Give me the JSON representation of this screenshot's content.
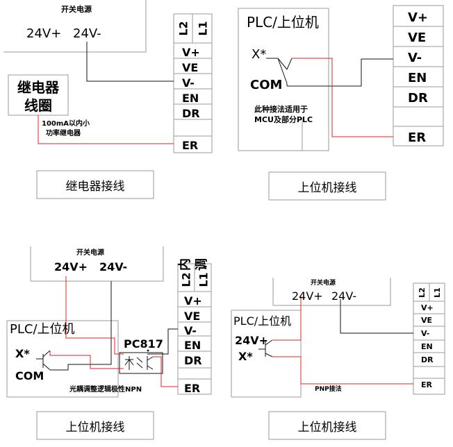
{
  "relay": {
    "power_title": "开关电源",
    "v_plus": "24V+",
    "v_minus": "24V-",
    "relay_line1": "继电器",
    "relay_line2": "线圈",
    "note_line1": "100mA以内小",
    "note_line2": "功率继电器",
    "terms": {
      "l2": "L2",
      "l1": "L1",
      "vplus": "V+",
      "ve": "VE",
      "vminus": "V-",
      "en": "EN",
      "dr": "DR",
      "er": "ER"
    },
    "caption": "继电器接线"
  },
  "plc": {
    "title": "PLC/上位机",
    "x": "X*",
    "com": "COM",
    "note_line1": "此种接法适用于",
    "note_line2": "MCU及部分PLC",
    "terms": {
      "vplus": "V+",
      "ve": "VE",
      "vminus": "V-",
      "en": "EN",
      "dr": "DR",
      "er": "ER"
    },
    "caption": "上位机接线"
  },
  "opto": {
    "power_title": "开关电源",
    "v_plus": "24V+",
    "v_minus": "24V-",
    "top_vert": "内 调",
    "plc_title": "PLC/上位机",
    "x": "X*",
    "com": "COM",
    "pc817": "PC817",
    "note": "光耦调整逻辑极性NPN",
    "terms": {
      "l2": "L2",
      "l1": "L1",
      "vplus": "V+",
      "ve": "VE",
      "vminus": "V-",
      "en": "EN",
      "dr": "DR",
      "er": "ER"
    },
    "caption": "上位机接线"
  },
  "pnp": {
    "power_title": "开关电源",
    "v_plus": "24V+",
    "v_minus": "24V-",
    "plc_title": "PLC/上位机",
    "plc_v_plus": "24V+",
    "x": "X*",
    "pnp_note": "PNP接法",
    "terms": {
      "l2": "L2",
      "l1": "L1",
      "vplus": "V+",
      "ve": "VE",
      "vminus": "V-",
      "en": "EN",
      "dr": "DR",
      "er": "ER"
    },
    "caption": "上位机接线"
  },
  "colors": {
    "wire_red": "#e02020",
    "wire_black": "#111111",
    "box_gray": "#9a9a9a"
  }
}
